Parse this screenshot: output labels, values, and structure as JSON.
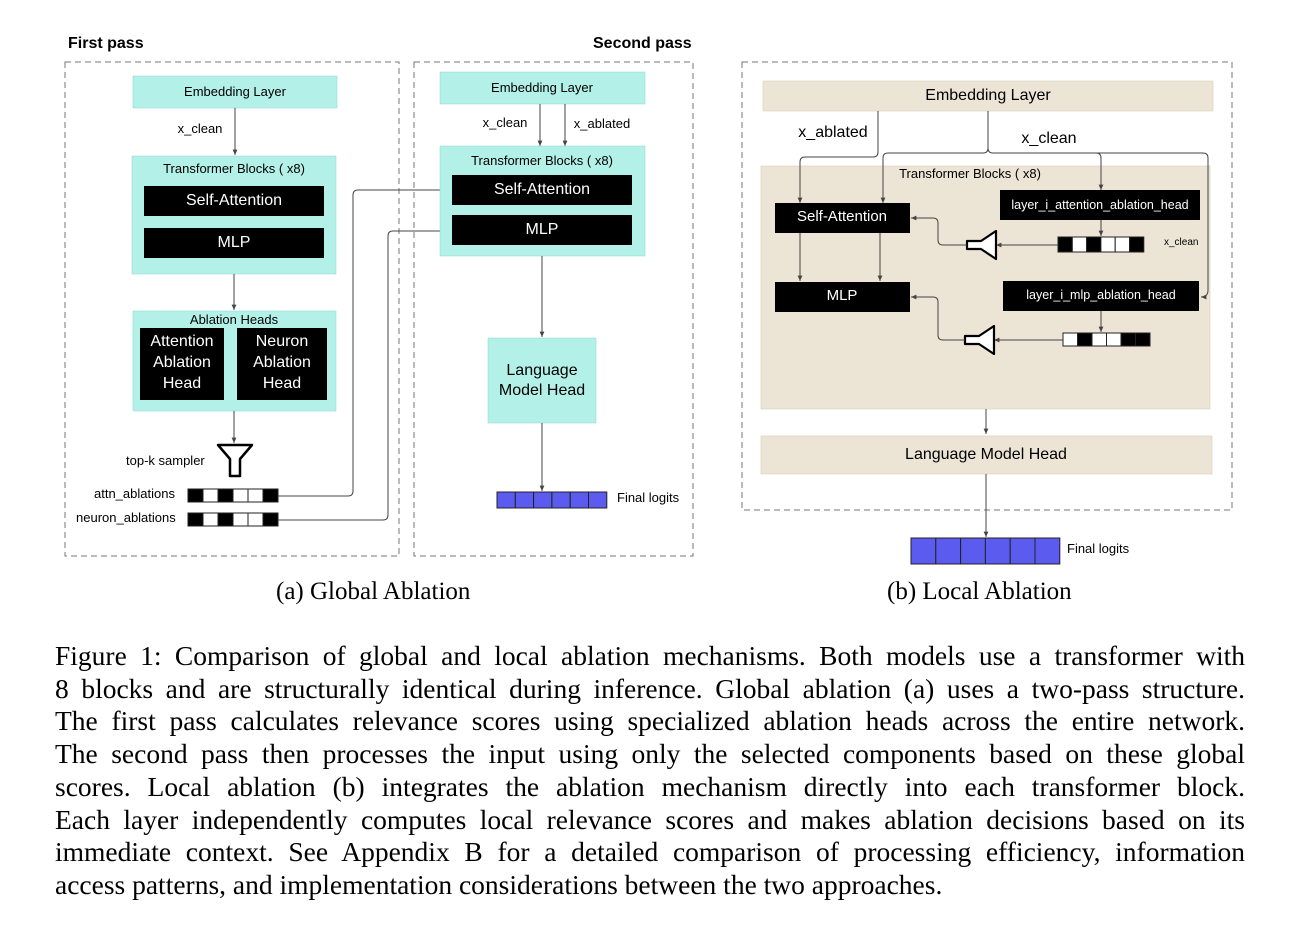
{
  "global": {
    "first_pass_title": "First pass",
    "second_pass_title": "Second pass",
    "embedding_layer": "Embedding Layer",
    "x_clean": "x_clean",
    "x_ablated": "x_ablated",
    "transformer_blocks": "Transformer Blocks ( x8)",
    "self_attention": "Self-Attention",
    "mlp": "MLP",
    "ablation_heads": "Ablation Heads",
    "attention_head_lines": [
      "Attention",
      "Ablation",
      "Head"
    ],
    "neuron_head_lines": [
      "Neuron",
      "Ablation",
      "Head"
    ],
    "topk_sampler": "top-k sampler",
    "attn_ablations": "attn_ablations",
    "neuron_ablations": "neuron_ablations",
    "attn_mask": [
      1,
      0,
      1,
      0,
      0,
      1
    ],
    "neuron_mask": [
      1,
      0,
      1,
      0,
      0,
      1
    ],
    "lm_head_lines": [
      "Language",
      "Model Head"
    ],
    "final_logits": "Final logits",
    "logit_cells": 6
  },
  "local": {
    "embedding_layer": "Embedding Layer",
    "x_ablated": "x_ablated",
    "x_clean": "x_clean",
    "x_clean_small": "x_clean",
    "transformer_blocks": "Transformer Blocks ( x8)",
    "self_attention": "Self-Attention",
    "mlp": "MLP",
    "attention_ablation_head": "layer_i_attention_ablation_head",
    "mlp_ablation_head": "layer_i_mlp_ablation_head",
    "attn_mask": [
      1,
      0,
      1,
      0,
      0,
      1
    ],
    "mlp_mask": [
      0,
      1,
      0,
      0,
      1,
      1
    ],
    "lm_head": "Language Model Head",
    "final_logits": "Final logits",
    "logit_cells": 6
  },
  "subcaptions": {
    "a": "(a) Global Ablation",
    "b": "(b) Local Ablation"
  },
  "caption_lines": [
    "Figure 1: Comparison of global and local ablation mechanisms. Both models use a transformer with",
    "8 blocks and are structurally identical during inference. Global ablation (a) uses a two-pass structure.",
    "The first pass calculates relevance scores using specialized ablation heads across the entire network.",
    "The second pass then processes the input using only the selected components based on these global",
    "scores. Local ablation (b) integrates the ablation mechanism directly into each transformer block.",
    "Each layer independently computes local relevance scores and makes ablation decisions based on its",
    "immediate context. See Appendix B for a detailed comparison of processing efficiency, information",
    "access patterns, and implementation considerations between the two approaches."
  ],
  "colors": {
    "teal_block": "#b3f0e8",
    "tan_block": "#ece5d6",
    "black_block": "#000000",
    "logit_blue": "#5b5bf0",
    "border_gray": "#777777"
  }
}
